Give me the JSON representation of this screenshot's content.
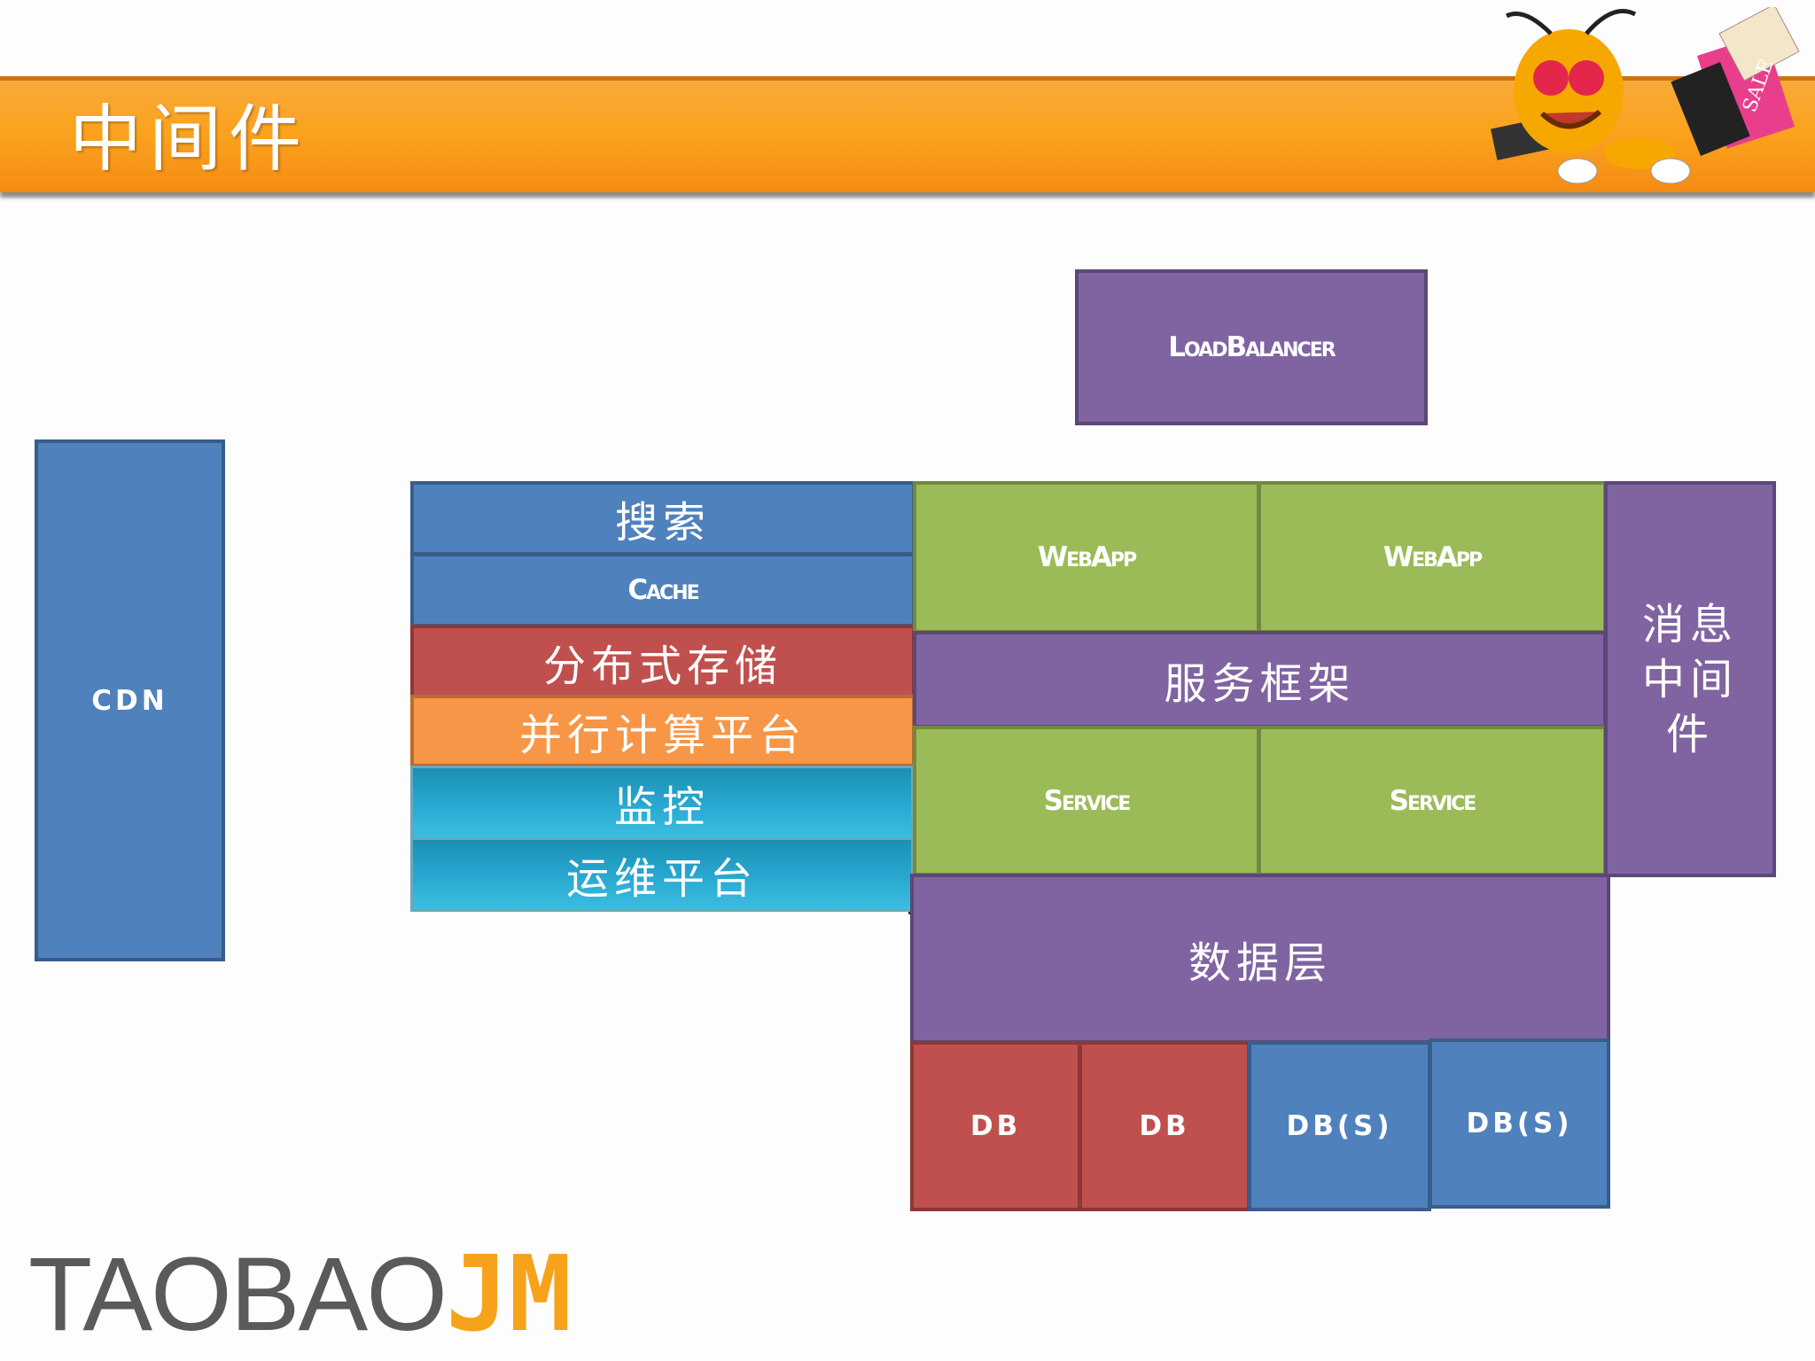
{
  "title": "中间件",
  "diagram": {
    "load_balancer": "LoadBalancer",
    "cdn": "CDN",
    "search": "搜索",
    "cache": "Cache",
    "distributed_storage": "分布式存储",
    "parallel_computing": "并行计算平台",
    "monitoring": "监控",
    "ops_platform": "运维平台",
    "webapp_1": "WebApp",
    "webapp_2": "WebApp",
    "service_framework": "服务框架",
    "service_1": "Service",
    "service_2": "Service",
    "message_middleware": "消息中间件",
    "data_layer": "数据层",
    "db_1": "DB",
    "db_2": "DB",
    "db_s_1": "DB(S)",
    "db_s_2": "DB(S)"
  },
  "logo": {
    "part1": "TAOBAO",
    "part2": "JM"
  },
  "colors": {
    "banner": "#fba31e",
    "blue": "#4f81bd",
    "purple": "#8064a2",
    "green": "#9bbb59",
    "red": "#c0504d",
    "orange": "#f79646",
    "cyan": "#27a7cf"
  }
}
